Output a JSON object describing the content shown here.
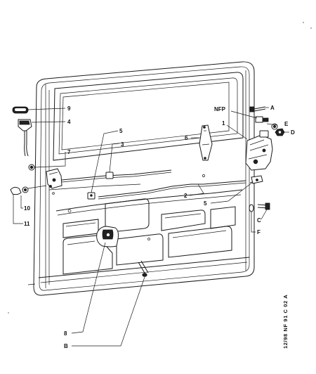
{
  "drawing": {
    "reference": "12/98 NF 91 C 02 A"
  },
  "callouts": {
    "c9": "9",
    "c4": "4",
    "c7": "7",
    "c10": "10",
    "c11": "11",
    "c5top": "5",
    "c3": "3",
    "c6": "6",
    "nfp": "NFP",
    "cA": "A",
    "c1": "1",
    "cE": "E",
    "cD": "D",
    "c2": "2",
    "c5right": "5",
    "cC": "C",
    "cF": "F",
    "c8": "8",
    "cB": "B"
  },
  "colors": {
    "ink": "#1a1a1a",
    "paper": "#ffffff"
  }
}
